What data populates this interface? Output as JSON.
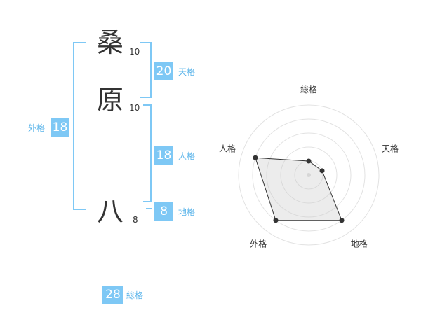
{
  "name": {
    "chars": [
      {
        "char": "桑",
        "strokes": "10"
      },
      {
        "char": "原",
        "strokes": "10"
      },
      {
        "char": "八",
        "strokes": "8"
      }
    ]
  },
  "grids": {
    "tenkaku": {
      "value": "20",
      "label": "天格"
    },
    "jinkaku": {
      "value": "18",
      "label": "人格"
    },
    "chikaku": {
      "value": "8",
      "label": "地格"
    },
    "gaikaku": {
      "value": "18",
      "label": "外格"
    },
    "soukaku": {
      "value": "28",
      "label": "総格"
    }
  },
  "accent_color": "#7ec8f5",
  "chart_data": {
    "type": "radar",
    "axes": [
      "総格",
      "天格",
      "地格",
      "外格",
      "人格"
    ],
    "values": [
      1,
      1,
      4,
      4,
      4
    ],
    "range": [
      0,
      5
    ],
    "rings": 5
  }
}
